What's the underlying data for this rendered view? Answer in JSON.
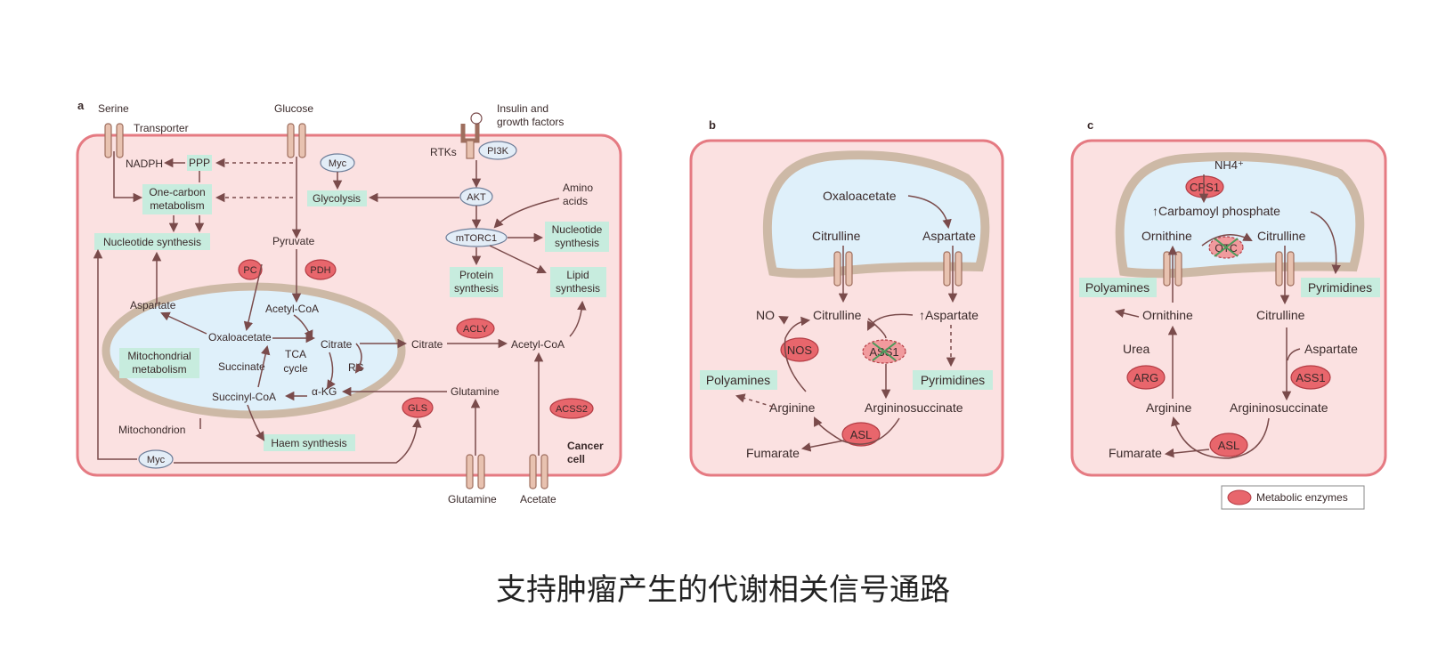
{
  "caption": "支持肿瘤产生的代谢相关信号通路",
  "colors": {
    "cell_border": "#e57a82",
    "cell_fill": "#fbe1e1",
    "mito_fill": "#dff0fa",
    "mito_border": "#cdb9a6",
    "label_box": "#c7ecde",
    "enzyme_fill": "#e8666c",
    "node_fill": "#e3edf7",
    "arrow": "#7a4b4b"
  },
  "panel_a": {
    "letter": "a",
    "serine": "Serine",
    "transporter": "Transporter",
    "glucose": "Glucose",
    "insulin": "Insulin and",
    "growth": "growth factors",
    "rtks": "RTKs",
    "pi3k": "PI3K",
    "nadph": "NADPH",
    "ppp": "PPP",
    "myc": "Myc",
    "one_carbon_1": "One-carbon",
    "one_carbon_2": "metabolism",
    "glycolysis": "Glycolysis",
    "akt": "AKT",
    "amino_1": "Amino",
    "amino_2": "acids",
    "mtorc1": "mTORC1",
    "nuc_syn_1": "Nucleotide",
    "nuc_syn_2": "synthesis",
    "nucleotide_synthesis": "Nucleotide synthesis",
    "pyruvate": "Pyruvate",
    "pc": "PC",
    "pdh": "PDH",
    "protein_1": "Protein",
    "protein_2": "synthesis",
    "lipid_1": "Lipid",
    "lipid_2": "synthesis",
    "aspartate": "Aspartate",
    "acetyl_coa_m": "Acetyl-CoA",
    "oxaloacetate": "Oxaloacetate",
    "citrate_m": "Citrate",
    "tca_1": "TCA",
    "tca_2": "cycle",
    "succinate": "Succinate",
    "rc": "RC",
    "mito_meta_1": "Mitochondrial",
    "mito_meta_2": "metabolism",
    "succinyl": "Succinyl-CoA",
    "akg": "α-KG",
    "acly": "ACLY",
    "citrate_c": "Citrate",
    "acetyl_coa_c": "Acetyl-CoA",
    "glutamine_c": "Glutamine",
    "gls": "GLS",
    "acss2": "ACSS2",
    "mitochondrion": "Mitochondrion",
    "haem": "Haem synthesis",
    "myc2": "Myc",
    "cancer": "Cancer",
    "cell": "cell",
    "glutamine_out": "Glutamine",
    "acetate": "Acetate"
  },
  "panel_b": {
    "letter": "b",
    "oxaloacetate": "Oxaloacetate",
    "citrulline_m": "Citrulline",
    "aspartate_m": "Aspartate",
    "no": "NO",
    "citrulline_c": "Citrulline",
    "aspartate_c": "↑Aspartate",
    "nos": "NOS",
    "ass1": "ASS1",
    "polyamines": "Polyamines",
    "pyrimidines": "Pyrimidines",
    "arginine": "Arginine",
    "argininosuccinate": "Argininosuccinate",
    "asl": "ASL",
    "fumarate": "Fumarate"
  },
  "panel_c": {
    "letter": "c",
    "nh4": "NH4⁺",
    "cps1": "CPS1",
    "carbamoyl": "↑Carbamoyl phosphate",
    "ornithine_m": "Ornithine",
    "otc": "OTC",
    "citrulline_m": "Citrulline",
    "polyamines": "Polyamines",
    "pyrimidines": "Pyrimidines",
    "ornithine_c": "Ornithine",
    "citrulline_c": "Citrulline",
    "urea": "Urea",
    "aspartate": "Aspartate",
    "arg": "ARG",
    "ass1": "ASS1",
    "arginine": "Arginine",
    "argininosuccinate": "Argininosuccinate",
    "asl": "ASL",
    "fumarate": "Fumarate",
    "legend": "Metabolic enzymes"
  }
}
